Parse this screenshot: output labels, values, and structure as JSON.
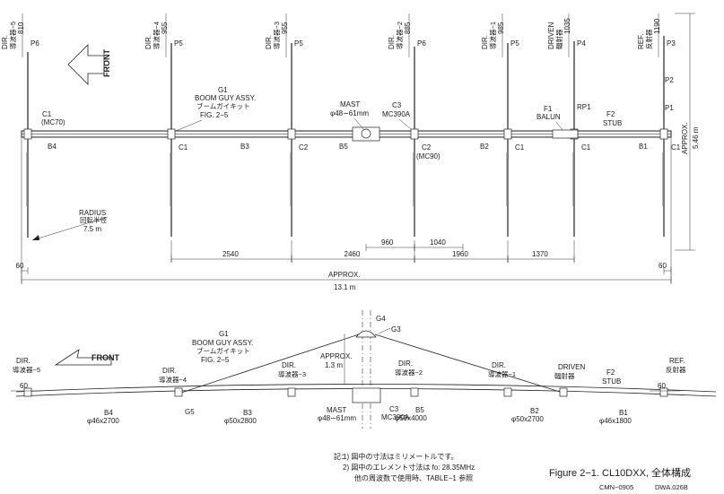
{
  "top_view": {
    "front_label": "FRONT",
    "elements": [
      {
        "dir": "DIR.",
        "jp": "導波器−5",
        "length": "810",
        "pipe": "P6",
        "joint": "C1",
        "joint2": "(MC70)"
      },
      {
        "dir": "DIR.",
        "jp": "導波器−4",
        "length": "955",
        "pipe": "P5",
        "joint": "C1"
      },
      {
        "dir": "DIR.",
        "jp": "導波器−3",
        "length": "955",
        "pipe": "P5",
        "joint": "C2"
      },
      {
        "dir": "DIR.",
        "jp": "導波器−2",
        "length": "885",
        "pipe": "P6",
        "joint": "C2",
        "joint2": "(MC90)"
      },
      {
        "dir": "DIR.",
        "jp": "導波器−1",
        "length": "985",
        "pipe": "P5",
        "joint": "C1"
      },
      {
        "dir": "DRIVEN",
        "jp": "輻射器",
        "length": "1035",
        "pipe": "P4",
        "joint": "C1"
      },
      {
        "dir": "REF.",
        "jp": "反射器",
        "length": "1190",
        "pipe": "P3",
        "joint": "C1"
      }
    ],
    "ref_pipes": [
      "P2",
      "P1"
    ],
    "boom_sections": [
      "B4",
      "B3",
      "B5",
      "B2",
      "B1"
    ],
    "guy": {
      "g": "G1",
      "line1": "BOOM GUY ASSY.",
      "line2": "ブームガイキット",
      "line3": "FIG. 2−5"
    },
    "mast": {
      "label": "MAST",
      "dia": "φ48∼61mm",
      "c3": "C3",
      "c3b": "MC390A"
    },
    "balun": {
      "f1": "F1",
      "balun": "BALUN",
      "rp1": "RP1",
      "f2": "F2",
      "stub": "STUB"
    },
    "radius": {
      "label": "RADIUS",
      "jp": "回転半径",
      "value": "7.5 m"
    },
    "approx_height": {
      "approx": "APPROX.",
      "value": "5.46 m"
    },
    "dims_row1": [
      "2540",
      "2460",
      "1960",
      "1370"
    ],
    "dims_mast": [
      "960",
      "1040"
    ],
    "end_margin": "60",
    "overall": {
      "approx": "APPROX.",
      "value": "13.1 m"
    }
  },
  "side_view": {
    "front_label": "FRONT",
    "guy": {
      "g": "G1",
      "line1": "BOOM GUY ASSY.",
      "line2": "ブームガイキット",
      "line3": "FIG. 2−5"
    },
    "g4": "G4",
    "g3": "G3",
    "g5": "G5",
    "approx": "APPROX.",
    "approx_val": "1.3 m",
    "labels": [
      {
        "dir": "DIR.",
        "jp": "導波器−5"
      },
      {
        "dir": "DIR.",
        "jp": "導波器−4"
      },
      {
        "dir": "DIR.",
        "jp": "導波器−3"
      },
      {
        "dir": "DIR.",
        "jp": "導波器−2"
      },
      {
        "dir": "DIR.",
        "jp": "導波器−1"
      },
      {
        "dir": "DRIVEN",
        "jp": "輻射器"
      },
      {
        "dir": "REF.",
        "jp": "反射器"
      }
    ],
    "f2": "F2",
    "stub": "STUB",
    "booms": [
      {
        "b": "B4",
        "spec": "φ46x2700"
      },
      {
        "b": "B3",
        "spec": "φ50x2800"
      },
      {
        "b": "B5",
        "spec": "φ59x4000"
      },
      {
        "b": "B2",
        "spec": "φ50x2700"
      },
      {
        "b": "B1",
        "spec": "φ46x1800"
      }
    ],
    "mast": {
      "label": "MAST",
      "dia": "φ48∼61mm",
      "c3": "C3",
      "c3b": "MC390A"
    },
    "end_left": "60",
    "end_right": "60"
  },
  "notes": {
    "head": "記：",
    "n1": "1)  図中の寸法はミリメートルです。",
    "n2": "2)  図中のエレメント寸法は fo: 28.35MHz",
    "n3": "他の周波数で使用時、TABLE−1 参照"
  },
  "caption": {
    "title": "Figure 2−1.  CL10DXX, 全体構成",
    "code1": "CMN−0905",
    "code2": "DWA.026B"
  }
}
